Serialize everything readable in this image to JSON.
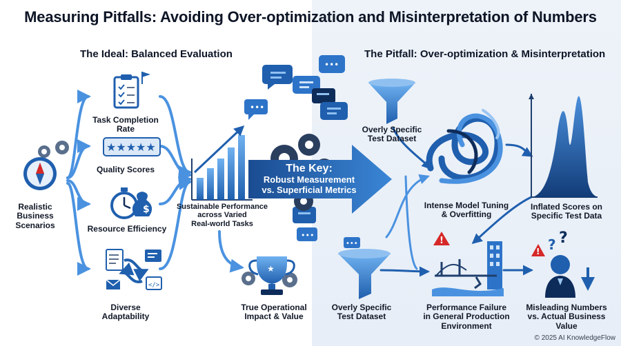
{
  "title": "Measuring Pitfalls: Avoiding Over-optimization and Misinterpretation of Numbers",
  "left_section": {
    "heading": "The Ideal: Balanced Evaluation",
    "source": "Realistic\nBusiness\nScenarios",
    "metrics": [
      {
        "label": "Task Completion Rate",
        "icon": "clipboard-checklist-icon"
      },
      {
        "label": "Quality Scores",
        "icon": "star-rating-icon"
      },
      {
        "label": "Resource Efficiency",
        "icon": "stopwatch-money-icon"
      },
      {
        "label": "Diverse\nAdaptability",
        "icon": "documents-arrows-icon"
      }
    ],
    "performance": "Sustainable Performance\nacross Varied\nReal-world Tasks",
    "impact": "True Operational\nImpact & Value"
  },
  "key": {
    "title": "The Key:",
    "subtitle": "Robust Measurement\nvs. Superficial Metrics"
  },
  "right_section": {
    "heading": "The Pitfall: Over-optimization & Misinterpretation",
    "dataset_top": "Overly Specific\nTest Dataset",
    "dataset_bottom": "Overly Specific\nTest Dataset",
    "tuning": "Intense Model Tuning\n& Overfitting",
    "inflated": "Inflated Scores on\nSpecific Test Data",
    "failure": "Performance Failure\nin General Production\nEnvironment",
    "misleading": "Misleading Numbers\nvs. Actual Business\nValue"
  },
  "copyright": "© 2025 AI KnowledgeFlow",
  "colors": {
    "primary": "#1f5fae",
    "light": "#5aa0e6",
    "dark": "#0e2c5a",
    "warning": "#d62828"
  }
}
